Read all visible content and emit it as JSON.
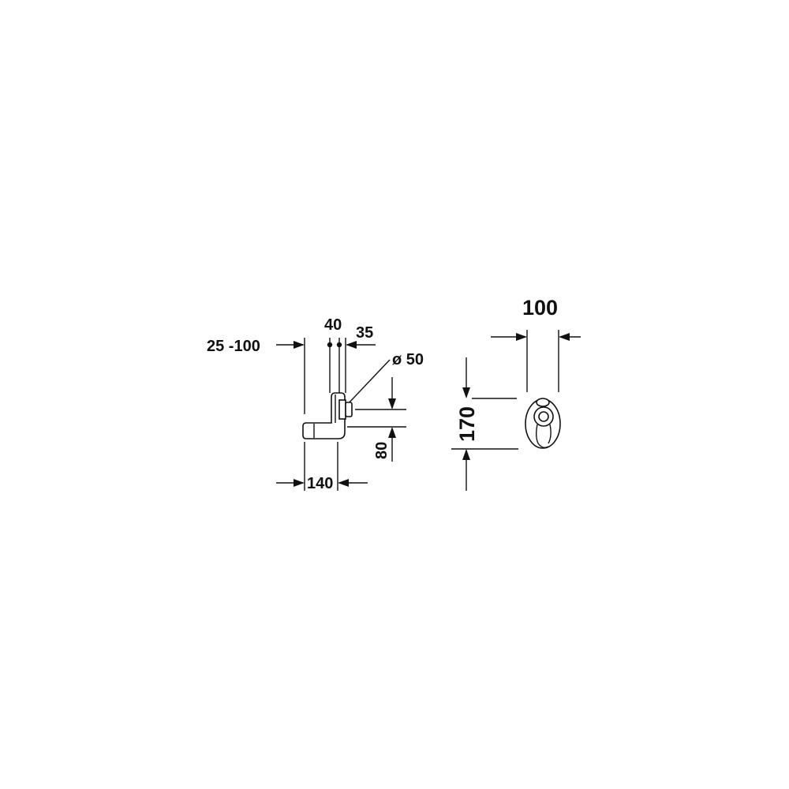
{
  "drawing": {
    "dimensions": {
      "d25_100": "25 -100",
      "d40": "40",
      "d35": "35",
      "d_phi50": "ø 50",
      "d80": "80",
      "d140": "140",
      "d100": "100",
      "d170": "170"
    },
    "colors": {
      "ink": "#111111",
      "background": "#ffffff"
    }
  }
}
